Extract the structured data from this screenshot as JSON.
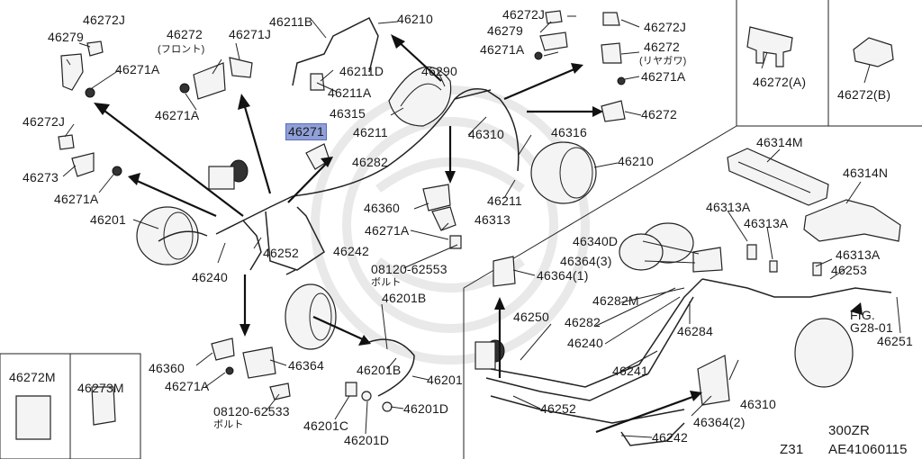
{
  "labels": {
    "l46272j_a": "46272J",
    "l46279_a": "46279",
    "l46272_front": "46272",
    "l46272_front_sub": "(フロント)",
    "l46271j": "46271J",
    "l46271a_a": "46271A",
    "l46271a_b": "46271A",
    "l46211b": "46211B",
    "l46210_top": "46210",
    "l46211d": "46211D",
    "l46211a": "46211A",
    "l46290": "46290",
    "l46315": "46315",
    "l46211_a": "46211",
    "l46271_hl": "46271",
    "l46282_a": "46282",
    "l46272j_b": "46272J",
    "l46273": "46273",
    "l46271a_c": "46271A",
    "l46201_left": "46201",
    "l46240_a": "46240",
    "l46252_a": "46252",
    "l46242_a": "46242",
    "l46272j_c": "46272J",
    "l46279_b": "46279",
    "l46272j_d": "46272J",
    "l46271a_d": "46271A",
    "l46272_rear": "46272",
    "l46272_rear_sub": "(リヤガワ)",
    "l46271a_e": "46271A",
    "l46272_r": "46272",
    "l46310_a": "46310",
    "l46316": "46316",
    "l46210_mid": "46210",
    "l46211_b": "46211",
    "l46360_a": "46360",
    "l46313": "46313",
    "l46271a_f": "46271A",
    "l08120_a": "08120-62553",
    "l08120_a_sub": "ボルト",
    "l46201b_a": "46201B",
    "l46201b_b": "46201B",
    "l46201_mid": "46201",
    "l46201d": "46201D",
    "l46201c": "46201C",
    "l46360_b": "46360",
    "l46364": "46364",
    "l46271a_g": "46271A",
    "l08120_b": "08120-62533",
    "l08120_b_sub": "ボルト",
    "l46272a": "46272(A)",
    "l46272b": "46272(B)",
    "l46314m": "46314M",
    "l46314n": "46314N",
    "l46313a_a": "46313A",
    "l46313a_b": "46313A",
    "l46313a_c": "46313A",
    "l46340d": "46340D",
    "l46364_3": "46364(3)",
    "l46364_1": "46364(1)",
    "l46253": "46253",
    "l46282m": "46282M",
    "l46250": "46250",
    "l46282_b": "46282",
    "l46240_b": "46240",
    "l46284": "46284",
    "l46241": "46241",
    "l46252_b": "46252",
    "l46364_2": "46364(2)",
    "l46310_b": "46310",
    "l46242_b": "46242",
    "lfig": "FIG.",
    "lfig_sub": "G28-01",
    "l46251": "46251",
    "l46272m": "46272M",
    "l46273m": "46273M"
  },
  "footer": {
    "model": "300ZR",
    "chassis": "Z31",
    "code": "AE41060115"
  }
}
